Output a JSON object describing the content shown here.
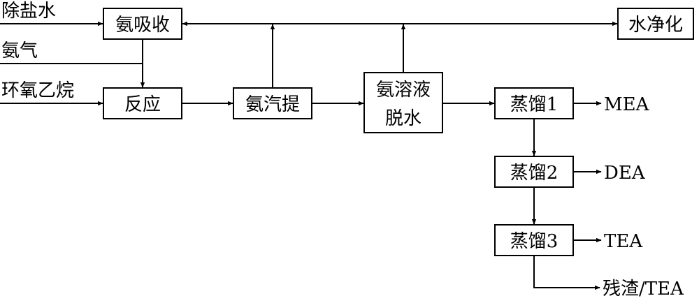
{
  "diagram": {
    "nodes": {
      "ammonia_absorption": "氨吸收",
      "reaction": "反应",
      "ammonia_stripping": "氨汽提",
      "ammonia_dehydration_line1": "氨溶液",
      "ammonia_dehydration_line2": "脱水",
      "water_purification": "水净化",
      "distillation1": "蒸馏1",
      "distillation2": "蒸馏2",
      "distillation3": "蒸馏3"
    },
    "inputs": {
      "desalted_water": "除盐水",
      "ammonia_gas": "氨气",
      "ethylene_oxide": "环氧乙烷"
    },
    "outputs": {
      "mea": "MEA",
      "dea": "DEA",
      "tea": "TEA",
      "residue": "残渣/TEA"
    }
  }
}
